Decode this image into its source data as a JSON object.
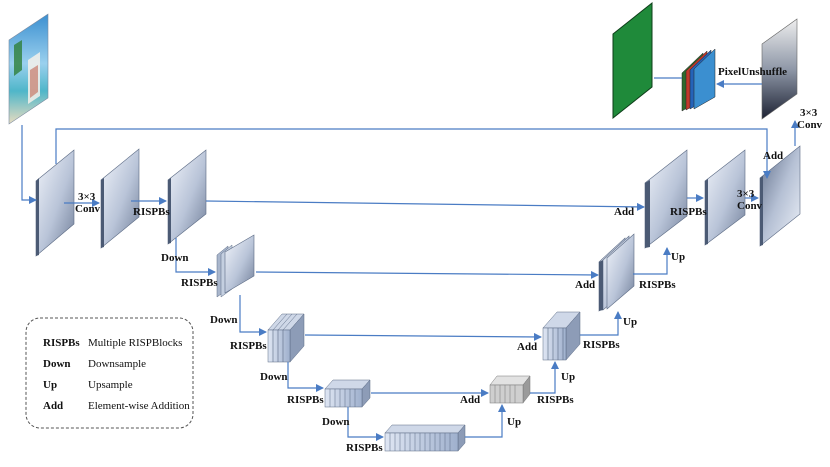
{
  "labels": {
    "conv3x3": "3×3",
    "conv": "Conv",
    "risp": "RISPBs",
    "down": "Down",
    "up": "Up",
    "add": "Add",
    "pixel_unshuffle": "PixelUnshuffle"
  },
  "legend": [
    {
      "key": "RISPBs",
      "value": "Multiple RISPBlocks"
    },
    {
      "key": "Down",
      "value": "Downsample"
    },
    {
      "key": "Up",
      "value": "Upsample"
    },
    {
      "key": "Add",
      "value": "Element-wise Addition"
    }
  ],
  "colors": {
    "arrow": "#4a7cc4",
    "block_light": "#e9eef7",
    "block_dark": "#5c6b85",
    "output_green": "#1f8a3a",
    "legend_border": "#555555"
  }
}
